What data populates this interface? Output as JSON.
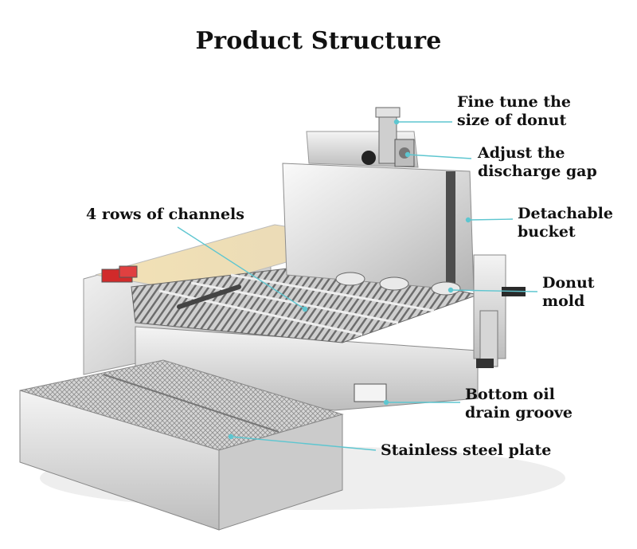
{
  "title": "Product Structure",
  "colors": {
    "leader": "#5ec6d0",
    "text": "#111111",
    "steel_light": "#f1f1f1",
    "steel_dark": "#9a9a9a",
    "button_red": "#d12a2a"
  },
  "labels": {
    "fine_tune": [
      "Fine tune the",
      "size of donut"
    ],
    "discharge": [
      "Adjust the",
      "discharge gap"
    ],
    "channels": [
      "4 rows of channels"
    ],
    "bucket": [
      "Detachable",
      "bucket"
    ],
    "mold": [
      "Donut",
      "mold"
    ],
    "drain": [
      "Bottom oil",
      "drain groove"
    ],
    "plate": [
      "Stainless steel plate"
    ]
  }
}
